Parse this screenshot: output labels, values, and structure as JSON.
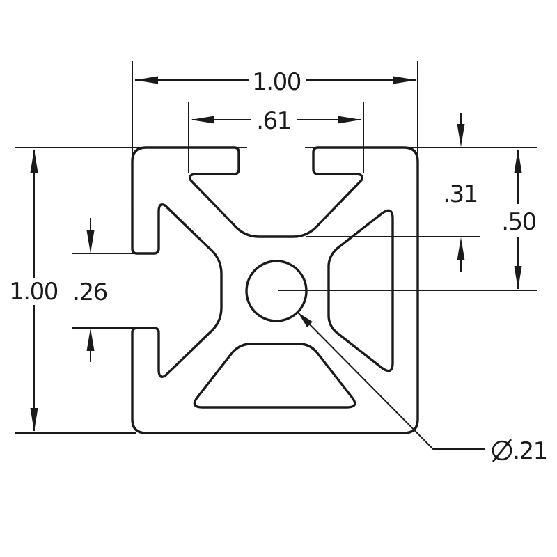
{
  "figure": {
    "title": "t-slot-extrusion-cross-section",
    "line_color": "#1a1a1a",
    "background": "#ffffff"
  },
  "labels": {
    "overall_width": "1.00",
    "slot_span": ".61",
    "slot_depth": ".31",
    "face_to_center": ".50",
    "overall_height": "1.00",
    "slot_opening": ".26",
    "hole_diameter": ".21",
    "diameter_symbol": "⌀"
  },
  "geometry_notes": {
    "profile_outer_size_in": "1.00 x 1.00",
    "center_hole_diameter_in": ".21",
    "top_slot_lip_span_in": ".61",
    "top_slot_depth_in": ".31",
    "top_face_to_center_in": ".50",
    "left_slot_opening_in": ".26"
  }
}
